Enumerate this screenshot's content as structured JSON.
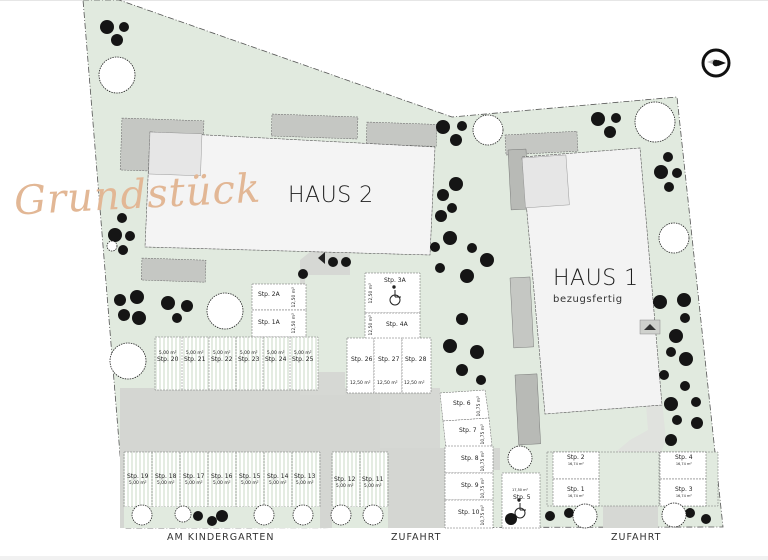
{
  "title_script": "Grundstück",
  "buildings": [
    {
      "name": "HAUS 2",
      "status": ""
    },
    {
      "name": "HAUS 1",
      "status": "bezugsfertig"
    }
  ],
  "streets": {
    "south_west": "AM KINDERGARTEN",
    "south_middle": "ZUFAHRT",
    "south_east": "ZUFAHRT"
  },
  "parking": {
    "top_small": [
      {
        "label": "Stp. 2A",
        "area": "12,50 m²"
      },
      {
        "label": "Stp. 1A",
        "area": "12,50 m²"
      },
      {
        "label": "Stp. 3A",
        "area": "12,50 m²",
        "accessible": true
      },
      {
        "label": "Stp. 4A",
        "area": "12,50 m²"
      }
    ],
    "row_north": [
      {
        "label": "Stp. 20",
        "area": "5,00 m²"
      },
      {
        "label": "Stp. 21",
        "area": "5,00 m²"
      },
      {
        "label": "Stp. 22",
        "area": "5,00 m²"
      },
      {
        "label": "Stp. 23",
        "area": "5,00 m²"
      },
      {
        "label": "Stp. 24",
        "area": "5,00 m²"
      },
      {
        "label": "Stp. 25",
        "area": "5,00 m²"
      }
    ],
    "garages": [
      {
        "label": "Stp. 26",
        "area": "12,50 m²"
      },
      {
        "label": "Stp. 27",
        "area": "12,50 m²"
      },
      {
        "label": "Stp. 28",
        "area": "12,50 m²"
      }
    ],
    "row_south": [
      {
        "label": "Stp. 19",
        "area": "5,00 m²"
      },
      {
        "label": "Stp. 18",
        "area": "5,00 m²"
      },
      {
        "label": "Stp. 17",
        "area": "5,00 m²"
      },
      {
        "label": "Stp. 16",
        "area": "5,00 m²"
      },
      {
        "label": "Stp. 15",
        "area": "5,00 m²"
      },
      {
        "label": "Stp. 14",
        "area": "5,00 m²"
      },
      {
        "label": "Stp. 13",
        "area": "5,00 m²"
      },
      {
        "label": "Stp. 12",
        "area": "5,00 m²"
      },
      {
        "label": "Stp. 11",
        "area": "5,00 m²"
      }
    ],
    "east_column": [
      {
        "label": "Stp. 6",
        "area": "10,75 m²"
      },
      {
        "label": "Stp. 7",
        "area": "10,75 m²"
      },
      {
        "label": "Stp. 8",
        "area": "10,75 m²"
      },
      {
        "label": "Stp. 9",
        "area": "10,75 m²"
      },
      {
        "label": "Stp. 10",
        "area": "10,75 m²"
      }
    ],
    "accessible_5": {
      "label": "Stp. 5",
      "area": "17,50 m²"
    },
    "haus1_spaces": [
      {
        "label": "Stp. 2",
        "area": "16,74 m²"
      },
      {
        "label": "Stp. 1",
        "area": "16,74 m²"
      },
      {
        "label": "Stp. 4",
        "area": "16,74 m²"
      },
      {
        "label": "Stp. 3",
        "area": "16,74 m²"
      }
    ]
  },
  "colors": {
    "lawn": "#e1eadf",
    "paving": "#d6d8d4",
    "building": "#f3f3f3",
    "annex": "#c8cac6",
    "script": "#e2b795"
  }
}
